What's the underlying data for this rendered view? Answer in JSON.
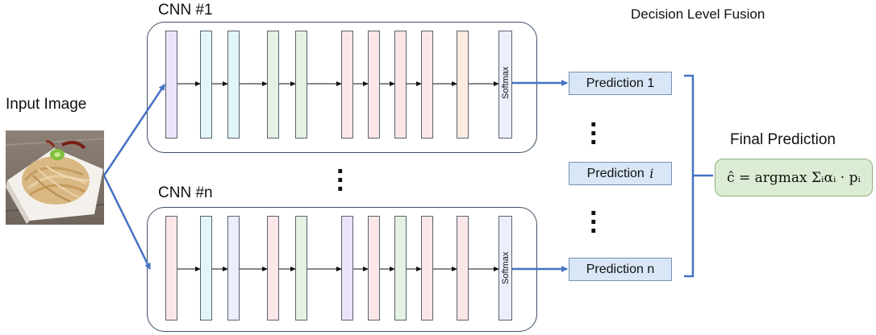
{
  "labels": {
    "cnn1_title": "CNN #1",
    "cnnn_title": "CNN #n",
    "input_image": "Input Image",
    "decision_fusion": "Decision Level Fusion",
    "final_prediction": "Final Prediction",
    "softmax": "Softmax"
  },
  "predictions": [
    {
      "label": "Prediction ",
      "index": "1"
    },
    {
      "label": "Prediction ",
      "index": "i"
    },
    {
      "label": "Prediction ",
      "index": "n"
    }
  ],
  "formula": "ĉ = argmax Σᵢαᵢ · pᵢ",
  "colors": {
    "purple": "#ece3f8",
    "cyan": "#e2f6f8",
    "green": "#e5f1e2",
    "pink": "#fbe7e7",
    "peach": "#fcece0",
    "lavender": "#eceffa",
    "arrow": "#4472c4"
  },
  "cnn1_layers": [
    "purple",
    "cyan",
    "cyan",
    "green",
    "green",
    "pink",
    "pink",
    "pink",
    "pink",
    "peach",
    "lavender"
  ],
  "cnnn_layers": [
    "pink",
    "cyan",
    "lavender",
    "pink",
    "green",
    "purple",
    "pink",
    "green",
    "pink",
    "pink",
    "lavender"
  ]
}
